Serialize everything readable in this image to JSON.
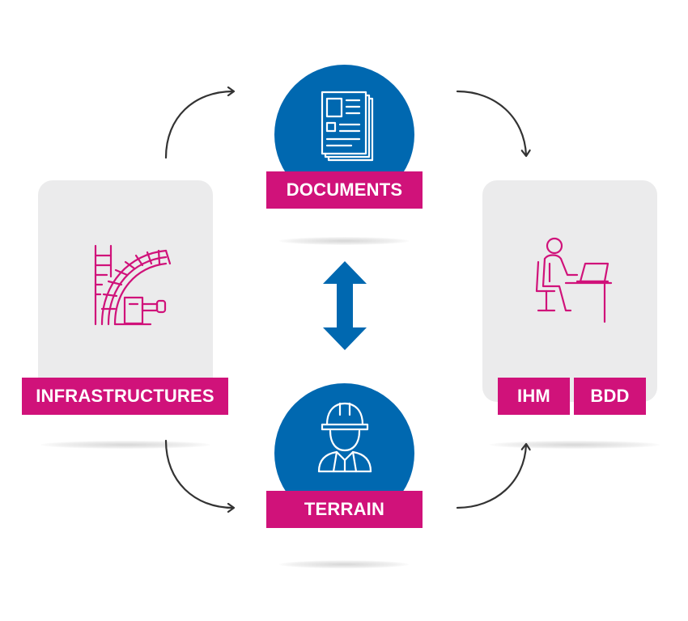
{
  "nodes": {
    "documents": {
      "label": "DOCUMENTS",
      "icon": "documents-icon"
    },
    "terrain": {
      "label": "TERRAIN",
      "icon": "worker-helmet-icon"
    },
    "infrastructures": {
      "label": "INFRASTRUCTURES",
      "icon": "tunnel-arch-icon"
    },
    "ihm_bdd": {
      "labels": [
        "IHM",
        "BDD"
      ],
      "icon": "desk-computer-user-icon"
    }
  },
  "connectors": {
    "cycle_arrows": "curved-arrow-icon",
    "bidirectional": "double-arrow-icon"
  },
  "colors": {
    "blue": "#0068b0",
    "magenta": "#d0127a",
    "card_gray": "#ebebec",
    "arrow_gray": "#333333"
  }
}
